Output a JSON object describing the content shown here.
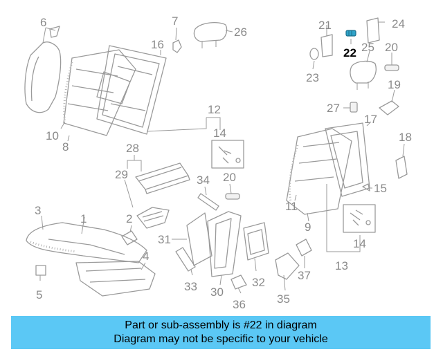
{
  "callouts": {
    "c1": "1",
    "c2": "2",
    "c3": "3",
    "c4": "4",
    "c5": "5",
    "c6": "6",
    "c7": "7",
    "c8": "8",
    "c9": "9",
    "c10": "10",
    "c11": "11",
    "c12": "12",
    "c13": "13",
    "c14a": "14",
    "c14b": "14",
    "c15": "15",
    "c16": "16",
    "c17": "17",
    "c18": "18",
    "c19": "19",
    "c20a": "20",
    "c20b": "20",
    "c21": "21",
    "c22": "22",
    "c23": "23",
    "c24": "24",
    "c25": "25",
    "c26": "26",
    "c27": "27",
    "c28": "28",
    "c29": "29",
    "c30": "30",
    "c31": "31",
    "c32": "32",
    "c33": "33",
    "c34": "34",
    "c35": "35",
    "c36": "36",
    "c37": "37"
  },
  "highlight_color": "#000000",
  "banner": {
    "line1": "Part or sub-assembly is #22 in diagram",
    "line2": "Diagram may not be specific to your vehicle",
    "background": "#5bc8f5"
  }
}
